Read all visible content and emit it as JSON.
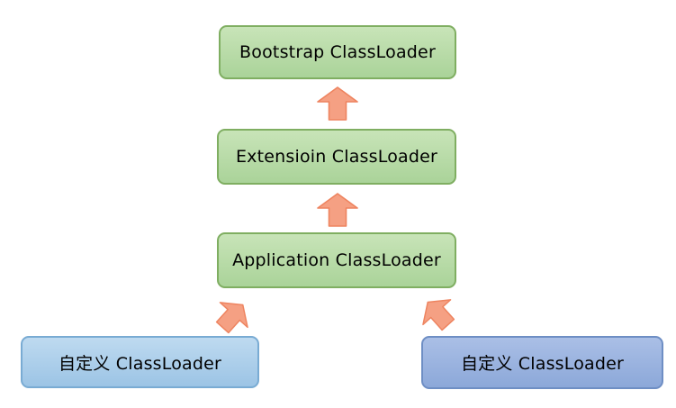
{
  "diagram": {
    "name": "classloader-delegation-hierarchy",
    "nodes": {
      "bootstrap": {
        "label": "Bootstrap ClassLoader"
      },
      "extension": {
        "label": "Extensioin ClassLoader"
      },
      "application": {
        "label": "Application ClassLoader"
      },
      "custom_left": {
        "label": "自定义 ClassLoader"
      },
      "custom_right": {
        "label": "自定义 ClassLoader"
      }
    },
    "arrows": [
      {
        "icon": "up-arrow-icon",
        "from": "extension",
        "to": "bootstrap"
      },
      {
        "icon": "up-arrow-icon",
        "from": "application",
        "to": "extension"
      },
      {
        "icon": "up-right-diagonal-arrow-icon",
        "from": "custom_left",
        "to": "application"
      },
      {
        "icon": "up-left-diagonal-arrow-icon",
        "from": "custom_right",
        "to": "application"
      }
    ]
  },
  "colors": {
    "background": "#ffffff",
    "text_color": "#000000",
    "green_fill_top": "#c8e4b8",
    "green_fill_bottom": "#aad399",
    "green_border": "#7fae61",
    "blue_left_fill_top": "#bedaf0",
    "blue_left_fill_bottom": "#9cc4e5",
    "blue_left_border": "#79abd3",
    "blue_right_fill_top": "#aabfe6",
    "blue_right_fill_bottom": "#8ca8d9",
    "blue_right_border": "#6e8ec4",
    "arrow_fill": "#f5a083",
    "arrow_border": "#ee8460"
  }
}
